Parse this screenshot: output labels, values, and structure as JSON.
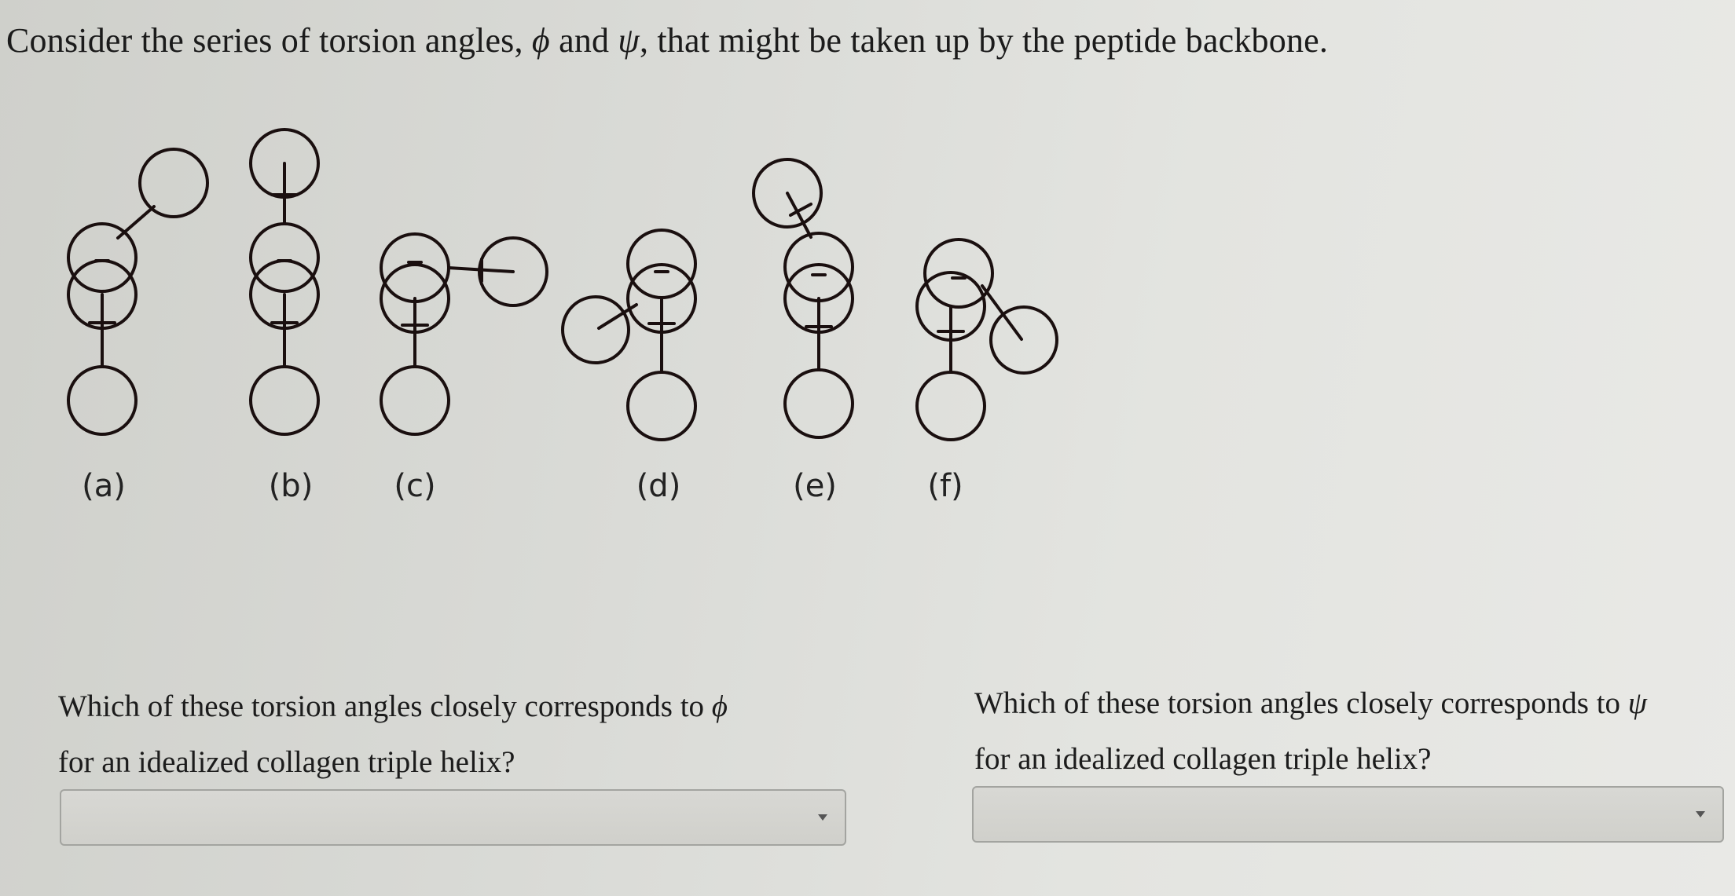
{
  "intro": {
    "text_before_phi": "Consider the series of torsion angles, ",
    "phi_symbol": "ϕ",
    "text_and": " and ",
    "psi_symbol": "ψ",
    "text_after_psi": ", that might be taken up by the peptide backbone."
  },
  "figure": {
    "labels": [
      "(a)",
      "(b)",
      "(c)",
      "(d)",
      "(e)",
      "(f)"
    ]
  },
  "questions": [
    {
      "line1_text": "Which of these torsion angles closely corresponds to ",
      "symbol": "ϕ",
      "line2": "for an idealized collagen triple helix?",
      "dropdown_value": ""
    },
    {
      "line1_text": "Which of these torsion angles closely corresponds to ",
      "symbol": "ψ",
      "line2": "for an idealized collagen triple helix?",
      "dropdown_value": ""
    }
  ],
  "icons": {
    "dropdown_caret": "chevron-down-icon"
  }
}
